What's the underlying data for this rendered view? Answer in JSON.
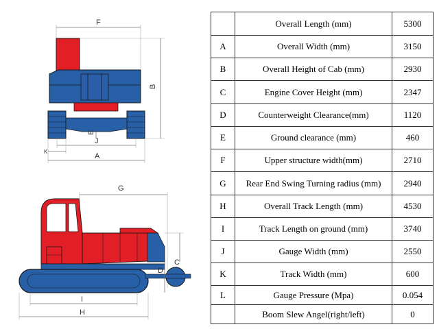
{
  "dimension_labels": {
    "front": {
      "F": "F",
      "B": "B",
      "E": "E",
      "J": "J",
      "K": "K",
      "A": "A"
    },
    "side": {
      "G": "G",
      "C": "C",
      "D": "D",
      "I": "I",
      "H": "H"
    }
  },
  "colors": {
    "cab_red": "#e21f26",
    "body_blue": "#2860a8",
    "outline": "#1a1a1a"
  },
  "spec_table": {
    "rows": [
      {
        "code": "",
        "param": "Overall Length (mm)",
        "value": "5300"
      },
      {
        "code": "A",
        "param": "Overall Width (mm)",
        "value": "3150"
      },
      {
        "code": "B",
        "param": "Overall Height of Cab (mm)",
        "value": "2930"
      },
      {
        "code": "C",
        "param": "Engine Cover Height (mm)",
        "value": "2347"
      },
      {
        "code": "D",
        "param": "Counterweight Clearance(mm)",
        "value": "1120"
      },
      {
        "code": "E",
        "param": "Ground clearance (mm)",
        "value": "460"
      },
      {
        "code": "F",
        "param": "Upper structure width(mm)",
        "value": "2710"
      },
      {
        "code": "G",
        "param": "Rear End Swing Turning radius (mm)",
        "value": "2940"
      },
      {
        "code": "H",
        "param": "Overall Track Length (mm)",
        "value": "4530"
      },
      {
        "code": "I",
        "param": "Track Length on ground (mm)",
        "value": "3740"
      },
      {
        "code": "J",
        "param": "Gauge Width (mm)",
        "value": "2550"
      },
      {
        "code": "K",
        "param": "Track Width (mm)",
        "value": "600"
      },
      {
        "code": "L",
        "param": "Gauge Pressure (Mpa)",
        "value": "0.054"
      },
      {
        "code": "",
        "param": "Boom Slew Angel(right/left)",
        "value": "0"
      }
    ]
  }
}
